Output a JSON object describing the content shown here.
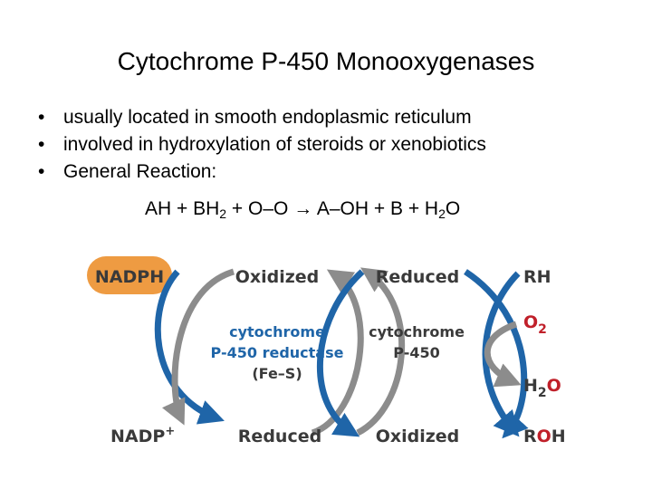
{
  "title": "Cytochrome P-450 Monooxygenases",
  "bullets": [
    "usually located in smooth endoplasmic reticulum",
    "involved in hydroxylation of steroids or xenobiotics",
    "General Reaction:"
  ],
  "bullet_symbol": "•",
  "reaction": {
    "part1": "AH + BH",
    "sub1": "2",
    "part2": " + O–O → A–OH + B + H",
    "sub2": "2",
    "part3": "O"
  },
  "diagram": {
    "nadph": "NADPH",
    "nadp": "NADP",
    "nadp_sup": "+",
    "oxidized_left": "Oxidized",
    "reduced_left": "Reduced",
    "reductase_line1": "cytochrome",
    "reductase_line2": "P-450 reductase",
    "reductase_line3": "(Fe–S)",
    "reduced_right": "Reduced",
    "oxidized_right": "Oxidized",
    "p450_line1": "cytochrome",
    "p450_line2": "P-450",
    "rh": "RH",
    "o2": "O",
    "o2_sub": "2",
    "h2o_h": "H",
    "h2o_sub": "2",
    "h2o_o": "O",
    "roh_r": "R",
    "roh_o": "O",
    "roh_h": "H",
    "colors": {
      "blue": "#1f65a8",
      "gray": "#8c8c8c",
      "orange": "#ee9b42",
      "red": "#c0202a",
      "dark_text": "#3a3a3a"
    }
  }
}
